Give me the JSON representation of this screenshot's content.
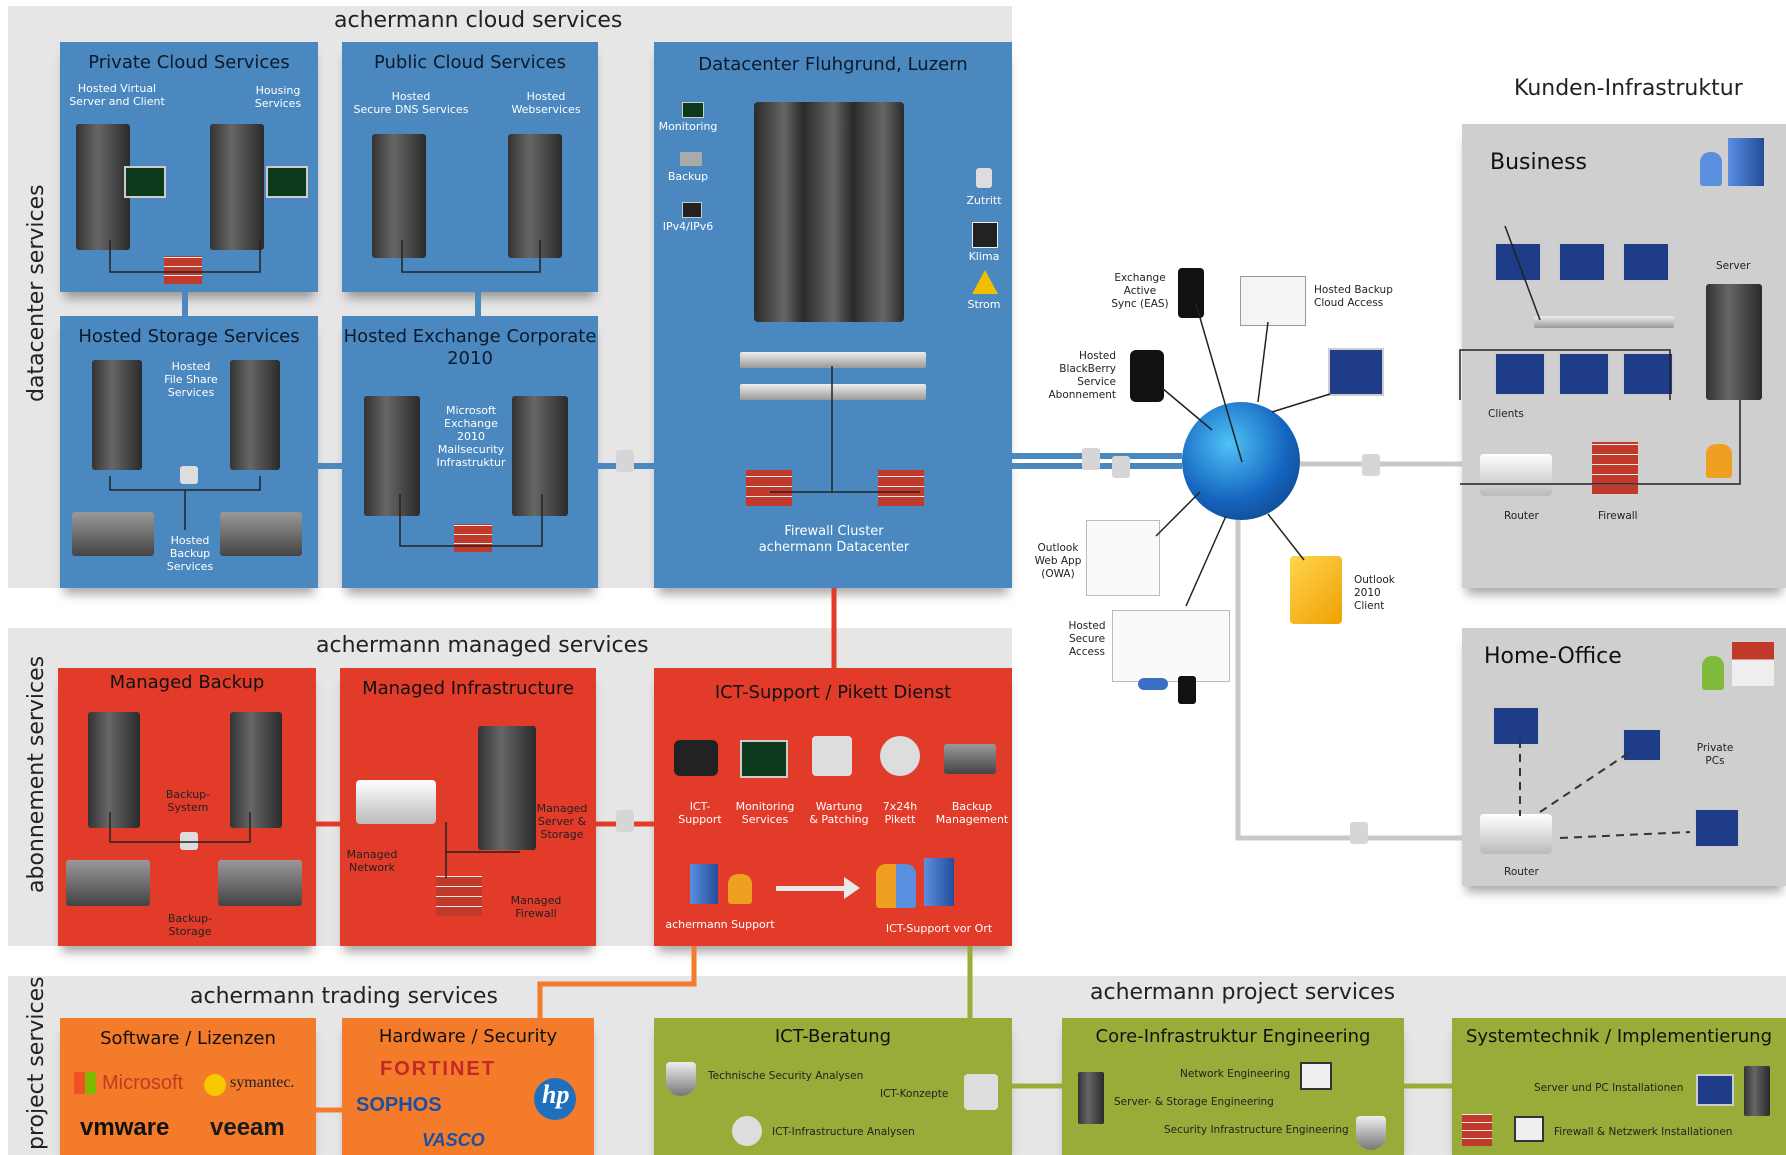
{
  "bands": {
    "cloud": {
      "title": "achermann cloud services",
      "side": "datacenter services"
    },
    "managed": {
      "title": "achermann managed services",
      "side": "abonnement services"
    },
    "trading": {
      "title": "achermann trading services",
      "side": "project services"
    },
    "project": {
      "title": "achermann project services"
    }
  },
  "cloud": {
    "private": {
      "title": "Private Cloud Services",
      "hosted_virtual": "Hosted Virtual\nServer and Client",
      "housing": "Housing\nServices"
    },
    "public": {
      "title": "Public Cloud Services",
      "dns": "Hosted\nSecure DNS Services",
      "web": "Hosted\nWebservices"
    },
    "storage": {
      "title": "Hosted Storage Services",
      "fileshare": "Hosted\nFile Share\nServices",
      "backup": "Hosted\nBackup\nServices"
    },
    "exchange": {
      "title": "Hosted Exchange Corporate\n2010",
      "mailsec": "Microsoft\nExchange\n2010\nMailsecurity\nInfrastruktur"
    },
    "datacenter": {
      "title": "Datacenter Fluhgrund, Luzern",
      "monitoring": "Monitoring",
      "backup": "Backup",
      "ipv": "IPv4/IPv6",
      "zutritt": "Zutritt",
      "klima": "Klima",
      "strom": "Strom",
      "firewall_cluster": "Firewall Cluster\nachermann Datacenter"
    }
  },
  "internet": {
    "exchange_sync": "Exchange\nActive\nSync (EAS)",
    "backup_cloud": "Hosted Backup\nCloud Access",
    "blackberry": "Hosted\nBlackBerry\nService\nAbonnement",
    "owa": "Outlook\nWeb App\n(OWA)",
    "secure_access": "Hosted\nSecure\nAccess",
    "outlook_client": "Outlook\n2010\nClient"
  },
  "customer": {
    "title": "Kunden-Infrastruktur",
    "business": {
      "title": "Business",
      "server": "Server",
      "clients": "Clients",
      "router": "Router",
      "firewall": "Firewall"
    },
    "home": {
      "title": "Home-Office",
      "private_pcs": "Private\nPCs",
      "router": "Router"
    }
  },
  "managed": {
    "backup": {
      "title": "Managed Backup",
      "system": "Backup-\nSystem",
      "storage": "Backup-\nStorage"
    },
    "infra": {
      "title": "Managed Infrastructure",
      "network": "Managed\nNetwork",
      "server": "Managed\nServer &\nStorage",
      "firewall": "Managed\nFirewall"
    },
    "ict": {
      "title": "ICT-Support / Pikett Dienst",
      "items": [
        "ICT-\nSupport",
        "Monitoring\nServices",
        "Wartung\n& Patching",
        "7x24h\nPikett",
        "Backup\nManagement"
      ],
      "support": "achermann Support",
      "onsite": "ICT-Support vor Ort"
    }
  },
  "trading": {
    "software": {
      "title": "Software / Lizenzen",
      "logos": [
        "Microsoft",
        "symantec.",
        "vmware",
        "veeam"
      ]
    },
    "hardware": {
      "title": "Hardware / Security",
      "logos": [
        "FORTINET",
        "SOPHOS",
        "hp",
        "VASCO"
      ]
    }
  },
  "project": {
    "beratung": {
      "title": "ICT-Beratung",
      "items": [
        "Technische Security Analysen",
        "ICT-Konzepte",
        "ICT-Infrastructure Analysen"
      ]
    },
    "core": {
      "title": "Core-Infrastruktur Engineering",
      "items": [
        "Network Engineering",
        "Server- & Storage Engineering",
        "Security Infrastructure Engineering"
      ]
    },
    "system": {
      "title": "Systemtechnik / Implementierung",
      "items": [
        "Server und PC Installationen",
        "Firewall & Netzwerk Installationen"
      ]
    }
  },
  "colors": {
    "blue": "#4a88bf",
    "red": "#e33b2a",
    "orange": "#f47b2a",
    "green": "#98ac3a",
    "grey": "#cfcfcf"
  }
}
